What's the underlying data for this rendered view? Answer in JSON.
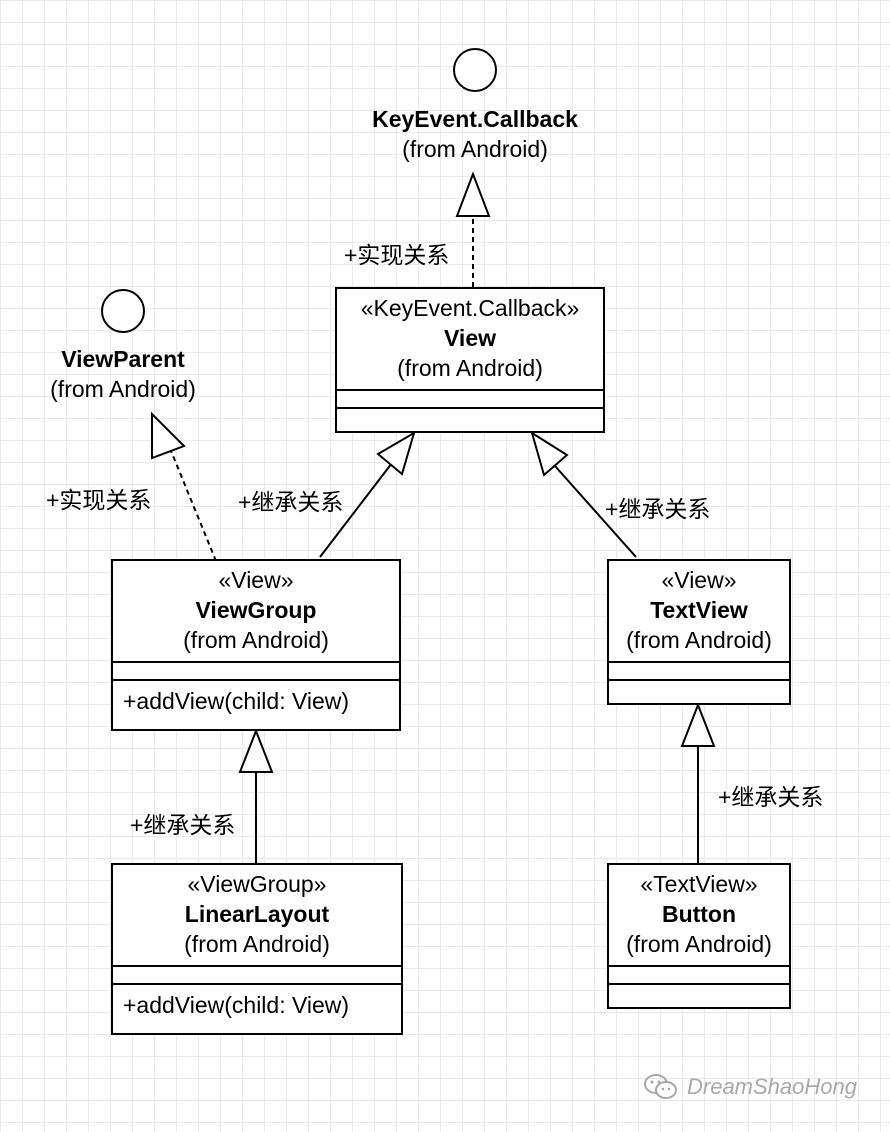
{
  "interfaces": {
    "keyevent_callback": {
      "name": "KeyEvent.Callback",
      "origin": "(from Android)"
    },
    "viewparent": {
      "name": "ViewParent",
      "origin": "(from Android)"
    }
  },
  "classes": {
    "view": {
      "stereotype": "«KeyEvent.Callback»",
      "name": "View",
      "origin": "(from Android)",
      "operations": []
    },
    "viewgroup": {
      "stereotype": "«View»",
      "name": "ViewGroup",
      "origin": "(from Android)",
      "operations": [
        "+addView(child: View)"
      ]
    },
    "textview": {
      "stereotype": "«View»",
      "name": "TextView",
      "origin": "(from Android)",
      "operations": []
    },
    "linearlayout": {
      "stereotype": "«ViewGroup»",
      "name": "LinearLayout",
      "origin": "(from Android)",
      "operations": [
        "+addView(child: View)"
      ]
    },
    "button": {
      "stereotype": "«TextView»",
      "name": "Button",
      "origin": "(from Android)",
      "operations": []
    }
  },
  "relations": {
    "view_implements_keyevent": "+实现关系",
    "viewgroup_implements_viewparent": "+实现关系",
    "viewgroup_extends_view": "+继承关系",
    "textview_extends_view": "+继承关系",
    "linearlayout_extends_viewgroup": "+继承关系",
    "button_extends_textview": "+继承关系"
  },
  "watermark": {
    "text": "DreamShaoHong",
    "icon": "wechat-icon"
  },
  "colors": {
    "line": "#000000",
    "grid": "#e9e9e9",
    "watermark": "#a8a8a8"
  }
}
